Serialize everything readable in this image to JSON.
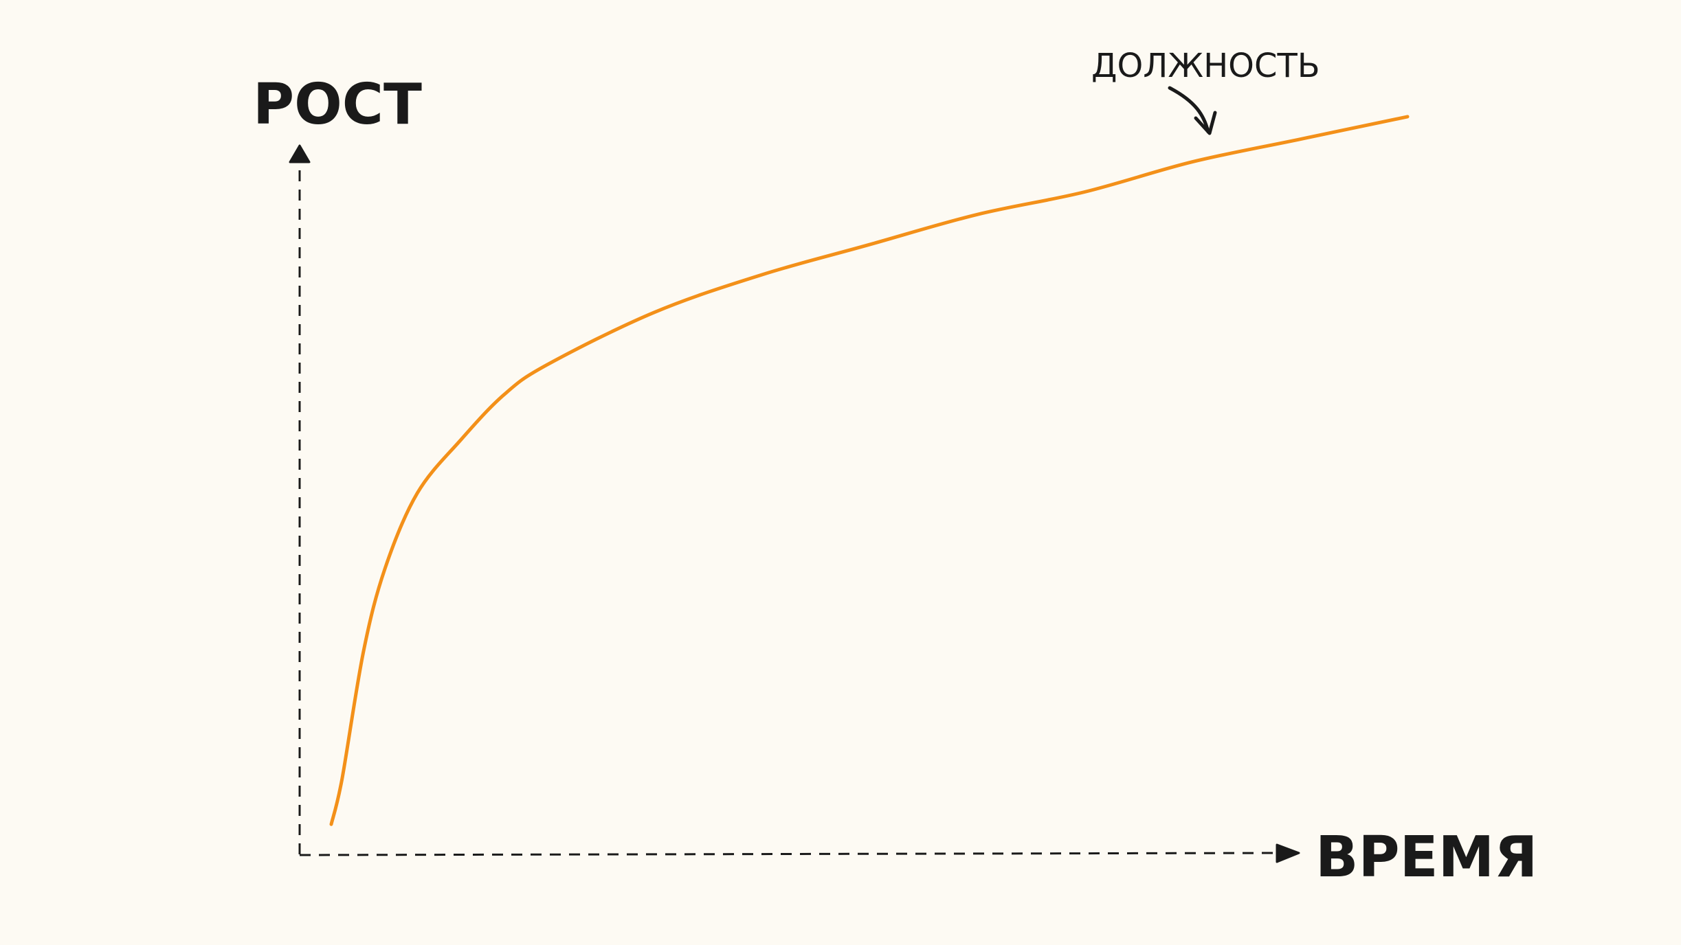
{
  "chart_data": {
    "type": "line",
    "title": "",
    "ylabel": "РОСТ",
    "xlabel": "ВРЕМЯ",
    "grid": false,
    "legend": "none",
    "axes_style": "dashed-with-arrowheads",
    "series": [
      {
        "name": "ДОЛЖНОСТЬ",
        "color": "#f39019",
        "label_placement": "annotation with curved arrow near end of line",
        "points": [
          {
            "x": 0.0,
            "y": 0.04
          },
          {
            "x": 0.01,
            "y": 0.1
          },
          {
            "x": 0.03,
            "y": 0.27
          },
          {
            "x": 0.05,
            "y": 0.38
          },
          {
            "x": 0.08,
            "y": 0.48
          },
          {
            "x": 0.12,
            "y": 0.55
          },
          {
            "x": 0.16,
            "y": 0.61
          },
          {
            "x": 0.2,
            "y": 0.65
          },
          {
            "x": 0.3,
            "y": 0.72
          },
          {
            "x": 0.4,
            "y": 0.77
          },
          {
            "x": 0.5,
            "y": 0.81
          },
          {
            "x": 0.6,
            "y": 0.85
          },
          {
            "x": 0.7,
            "y": 0.88
          },
          {
            "x": 0.8,
            "y": 0.92
          },
          {
            "x": 0.9,
            "y": 0.95
          },
          {
            "x": 1.0,
            "y": 0.98
          }
        ]
      }
    ],
    "colors": {
      "background": "#fdfaf3",
      "axis": "#1a1a1a",
      "line": "#f39019"
    }
  }
}
